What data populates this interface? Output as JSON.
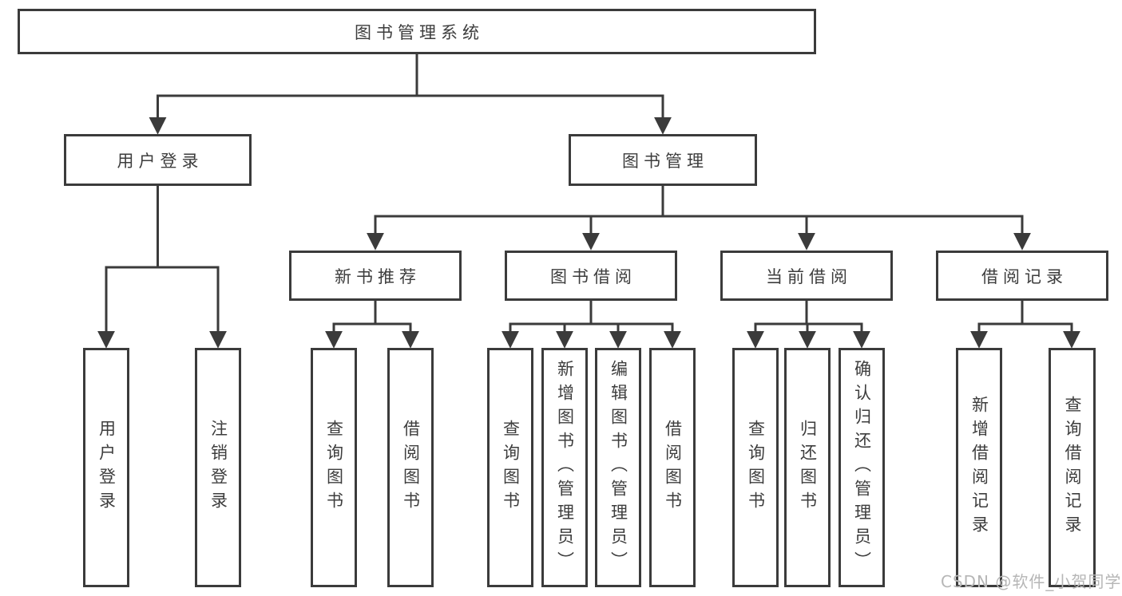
{
  "tree": {
    "root": "图书管理系统",
    "user_login": {
      "label": "用户登录",
      "children": {
        "login": "用户登录",
        "logout": "注销登录"
      }
    },
    "book_mgmt": {
      "label": "图书管理",
      "new_books": {
        "label": "新书推荐",
        "children": {
          "query": "查询图书",
          "borrow": "借阅图书"
        }
      },
      "book_borrow": {
        "label": "图书借阅",
        "children": {
          "query": "查询图书",
          "add": "新增图书（管理员）",
          "edit": "编辑图书（管理员）",
          "borrow": "借阅图书"
        }
      },
      "current_borrow": {
        "label": "当前借阅",
        "children": {
          "query": "查询图书",
          "return": "归还图书",
          "confirm": "确认归还（管理员）"
        }
      },
      "borrow_records": {
        "label": "借阅记录",
        "children": {
          "add": "新增借阅记录",
          "query": "查询借阅记录"
        }
      }
    }
  },
  "watermark": "CSDN @软件_小贺同学",
  "colors": {
    "line": "#3b3b3b",
    "text": "#3d3d3d",
    "watermark": "#b6b6b6",
    "background": "#ffffff"
  }
}
